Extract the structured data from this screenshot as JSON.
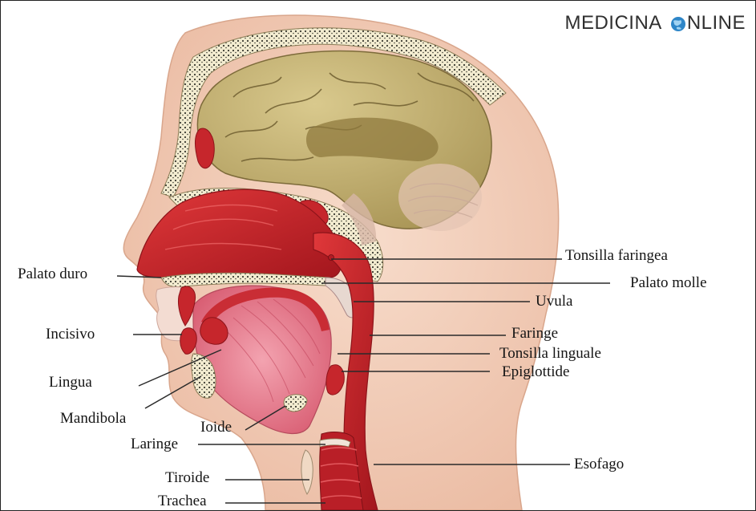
{
  "brand": {
    "part1": "MEDICINA",
    "part2": "NLINE"
  },
  "labels": {
    "palato_duro": "Palato duro",
    "incisivo": "Incisivo",
    "lingua": "Lingua",
    "mandibola": "Mandibola",
    "ioide": "Ioide",
    "laringe": "Laringe",
    "tiroide": "Tiroide",
    "trachea": "Trachea",
    "tonsilla_faringea": "Tonsilla faringea",
    "palato_molle": "Palato molle",
    "uvula": "Uvula",
    "faringe": "Faringe",
    "tonsilla_linguale": "Tonsilla linguale",
    "epiglottide": "Epiglottide",
    "esofago": "Esofago"
  },
  "colors": {
    "skin": "#f2c9b2",
    "skull": "#f6efcf",
    "brain": "#c8b779",
    "tissue_red": "#c6262c",
    "tongue_pink": "#e77e90",
    "brand_blue": "#2e86c8"
  }
}
